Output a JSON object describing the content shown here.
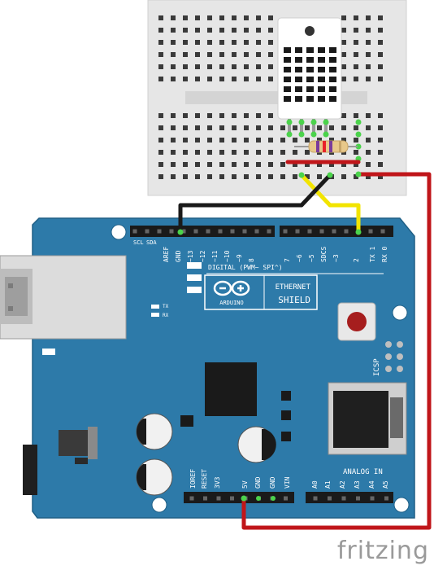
{
  "board": {
    "header_left_labels": [
      "SCL",
      "SDA",
      "AREF",
      "GND",
      "~13",
      "~12",
      "~11",
      "~10",
      "~9",
      "8"
    ],
    "header_right_labels": [
      "7",
      "~6",
      "~5",
      "SDCS",
      "~3",
      "2",
      "TX 1",
      "RX 0"
    ],
    "digital_label": "DIGITAL (PWM~ SPI^)",
    "tx_label": "TX",
    "rx_label": "RX",
    "shield_name": "ETHERNET",
    "shield_name2": "SHIELD",
    "brand": "ARDUINO",
    "icsp_label": "ICSP",
    "power_labels": [
      "IOREF",
      "RESET",
      "3V3",
      "5V",
      "GND",
      "GND",
      "VIN"
    ],
    "analog_label": "ANALOG IN",
    "analog_pins": [
      "A0",
      "A1",
      "A2",
      "A3",
      "A4",
      "A5"
    ]
  },
  "colors": {
    "board": "#2d7aa9",
    "breadboard": "#e7e7e7",
    "wire_gnd": "#1a1a1a",
    "wire_data": "#f2e400",
    "wire_5v": "#c0161a"
  },
  "watermark": "fritzing"
}
